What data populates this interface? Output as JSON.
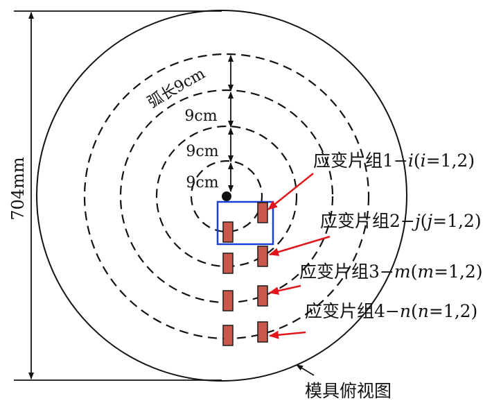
{
  "diameter_label": "704mm",
  "arc_label": "弧长9cm",
  "spacing_labels": [
    "9cm",
    "9cm",
    "9cm"
  ],
  "groups": [
    {
      "prefix": "应变片组1−",
      "var": "i",
      "eq": "=1,2)"
    },
    {
      "prefix": "应变片组2−",
      "var": "j",
      "eq": "=1,2)"
    },
    {
      "prefix": "应变片组3−",
      "var": "m",
      "eq": "=1,2)"
    },
    {
      "prefix": "应变片组4−",
      "var": "n",
      "eq": "=1,2)"
    }
  ],
  "caption": "模具俯视图",
  "colors": {
    "gauge_fill": "#c8584a",
    "gauge_stroke": "#1a1a1a",
    "arrow": "#e0161b",
    "box": "#1a3ed8",
    "line": "#111111"
  }
}
